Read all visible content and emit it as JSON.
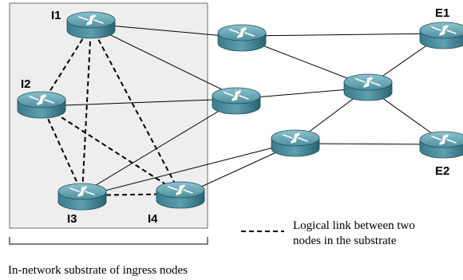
{
  "colors": {
    "substrate_fill": "#eeeeee",
    "substrate_border": "#6f6f6f",
    "router_top": "#5f9aa8",
    "router_side": "#2f6b7b",
    "link": "#000000"
  },
  "icons": {
    "router": "router-icon"
  },
  "nodes": {
    "I1": {
      "label": "I1"
    },
    "I2": {
      "label": "I2"
    },
    "I3": {
      "label": "I3"
    },
    "I4": {
      "label": "I4"
    },
    "E1": {
      "label": "E1"
    },
    "E2": {
      "label": "E2"
    }
  },
  "legend": {
    "line1": "Logical link between two",
    "line2": "nodes in the substrate"
  },
  "substrate_caption": "In-network substrate of ingress nodes"
}
